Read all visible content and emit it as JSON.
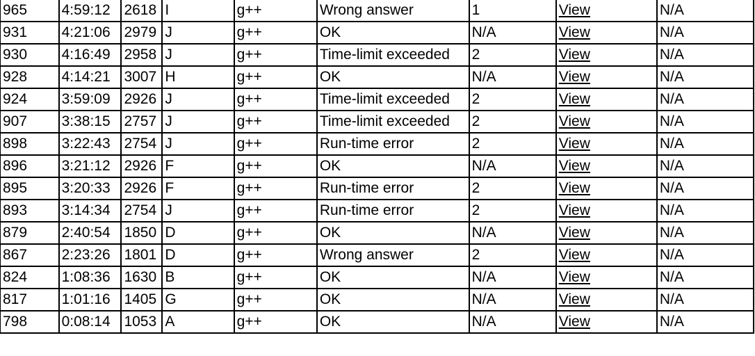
{
  "submissions": [
    {
      "id": "965",
      "time": "4:59:12",
      "team": "2618",
      "problem": "I",
      "language": "g++",
      "verdict": "Wrong answer",
      "test": "1",
      "view": "View",
      "extra": "N/A"
    },
    {
      "id": "931",
      "time": "4:21:06",
      "team": "2979",
      "problem": "J",
      "language": "g++",
      "verdict": "OK",
      "test": "N/A",
      "view": "View",
      "extra": "N/A"
    },
    {
      "id": "930",
      "time": "4:16:49",
      "team": "2958",
      "problem": "J",
      "language": "g++",
      "verdict": "Time-limit exceeded",
      "test": "2",
      "view": "View",
      "extra": "N/A"
    },
    {
      "id": "928",
      "time": "4:14:21",
      "team": "3007",
      "problem": "H",
      "language": "g++",
      "verdict": "OK",
      "test": "N/A",
      "view": "View",
      "extra": "N/A"
    },
    {
      "id": "924",
      "time": "3:59:09",
      "team": "2926",
      "problem": "J",
      "language": "g++",
      "verdict": "Time-limit exceeded",
      "test": "2",
      "view": "View",
      "extra": "N/A"
    },
    {
      "id": "907",
      "time": "3:38:15",
      "team": "2757",
      "problem": "J",
      "language": "g++",
      "verdict": "Time-limit exceeded",
      "test": "2",
      "view": "View",
      "extra": "N/A"
    },
    {
      "id": "898",
      "time": "3:22:43",
      "team": "2754",
      "problem": "J",
      "language": "g++",
      "verdict": "Run-time error",
      "test": "2",
      "view": "View",
      "extra": "N/A"
    },
    {
      "id": "896",
      "time": "3:21:12",
      "team": "2926",
      "problem": "F",
      "language": "g++",
      "verdict": "OK",
      "test": "N/A",
      "view": "View",
      "extra": "N/A"
    },
    {
      "id": "895",
      "time": "3:20:33",
      "team": "2926",
      "problem": "F",
      "language": "g++",
      "verdict": "Run-time error",
      "test": "2",
      "view": "View",
      "extra": "N/A"
    },
    {
      "id": "893",
      "time": "3:14:34",
      "team": "2754",
      "problem": "J",
      "language": "g++",
      "verdict": "Run-time error",
      "test": "2",
      "view": "View",
      "extra": "N/A"
    },
    {
      "id": "879",
      "time": "2:40:54",
      "team": "1850",
      "problem": "D",
      "language": "g++",
      "verdict": "OK",
      "test": "N/A",
      "view": "View",
      "extra": "N/A"
    },
    {
      "id": "867",
      "time": "2:23:26",
      "team": "1801",
      "problem": "D",
      "language": "g++",
      "verdict": "Wrong answer",
      "test": "2",
      "view": "View",
      "extra": "N/A"
    },
    {
      "id": "824",
      "time": "1:08:36",
      "team": "1630",
      "problem": "B",
      "language": "g++",
      "verdict": "OK",
      "test": "N/A",
      "view": "View",
      "extra": "N/A"
    },
    {
      "id": "817",
      "time": "1:01:16",
      "team": "1405",
      "problem": "G",
      "language": "g++",
      "verdict": "OK",
      "test": "N/A",
      "view": "View",
      "extra": "N/A"
    },
    {
      "id": "798",
      "time": "0:08:14",
      "team": "1053",
      "problem": "A",
      "language": "g++",
      "verdict": "OK",
      "test": "N/A",
      "view": "View",
      "extra": "N/A"
    }
  ]
}
